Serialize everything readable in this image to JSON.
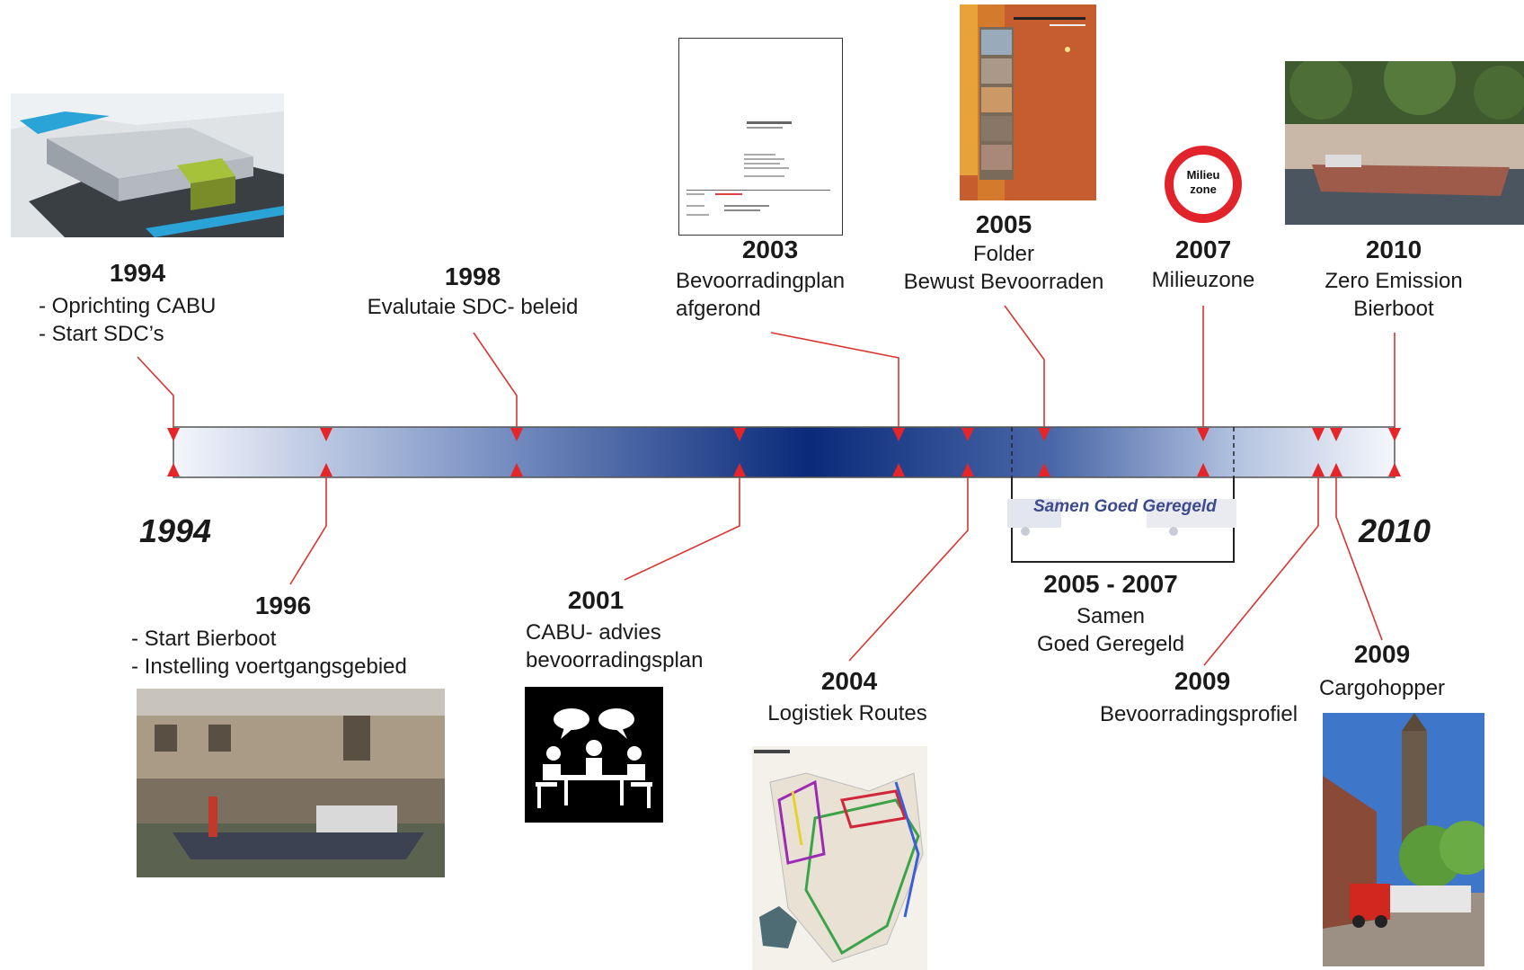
{
  "axis": {
    "start": "1994",
    "end": "2010"
  },
  "events": {
    "e1994": {
      "year": "1994",
      "lines": [
        "- Oprichting CABU",
        "- Start SDC’s"
      ]
    },
    "e1996": {
      "year": "1996",
      "lines": [
        "- Start Bierboot",
        "- Instelling voertgangsgebied"
      ]
    },
    "e1998": {
      "year": "1998",
      "lines": [
        "Evalutaie SDC- beleid"
      ]
    },
    "e2001": {
      "year": "2001",
      "lines": [
        "CABU- advies",
        "bevoorradingsplan"
      ]
    },
    "e2003": {
      "year": "2003",
      "lines": [
        "Bevoorradingplan",
        "afgerond"
      ]
    },
    "e2004": {
      "year": "2004",
      "lines": [
        "Logistiek Routes"
      ]
    },
    "e2005": {
      "year": "2005",
      "lines": [
        "Folder",
        "Bewust Bevoorraden"
      ]
    },
    "e2005_2007": {
      "year": "2005 - 2007",
      "lines": [
        "Samen",
        "Goed Geregeld"
      ]
    },
    "e2007": {
      "year": "2007",
      "lines": [
        "Milieuzone"
      ]
    },
    "e2009a": {
      "year": "2009",
      "lines": [
        "Bevoorradingsprofiel"
      ]
    },
    "e2009b": {
      "year": "2009",
      "lines": [
        "Cargohopper"
      ]
    },
    "e2010": {
      "year": "2010",
      "lines": [
        "Zero Emission",
        "Bierboot"
      ]
    }
  },
  "images": {
    "milieuzone_sign": [
      "Milieu",
      "zone"
    ],
    "samen_logo": "Samen Goed Geregeld"
  },
  "colors": {
    "bar_dark": "#0a2a7a",
    "bar_light": "#f4f6fb",
    "marker": "#e4262b",
    "leader": "#d9342f"
  }
}
